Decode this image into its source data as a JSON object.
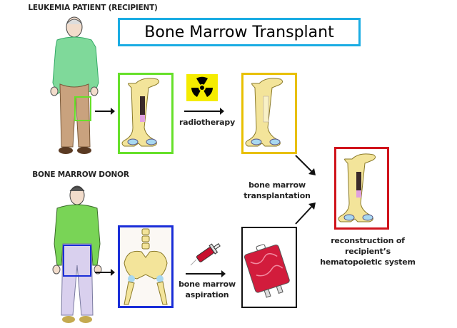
{
  "title": "Bone Marrow Transplant",
  "colors": {
    "title_border": "#1aace3",
    "recipient_frame": "#66e02a",
    "irradiated_frame": "#e8c000",
    "reconstructed_frame": "#d0141c",
    "donor_frame": "#1a2ed8",
    "bag_frame": "#111111",
    "radiation_sign_bg": "#f5ec00",
    "shirt_green": "#7fd99a",
    "donor_shirt_green": "#79d456",
    "recipient_pants": "#c9a27e",
    "donor_pants": "#d9d0ee",
    "bone_yellow": "#f3e49a",
    "cartilage_blue": "#a8d8f0",
    "blood_red": "#d21c3c"
  },
  "labels": {
    "recipient": "LEUKEMIA PATIENT (RECIPIENT)",
    "donor": "BONE MARROW DONOR",
    "radiotherapy": "radiotherapy",
    "transplantation_line1": "bone marrow",
    "transplantation_line2": "transplantation",
    "aspiration_line1": "bone marrow",
    "aspiration_line2": "aspiration",
    "reconstruction_line1": "reconstruction of recipient’s",
    "reconstruction_line2": "hematopoietic system"
  },
  "icons": {
    "radiation": "radiation-hazard-icon",
    "syringe": "syringe-icon",
    "blood_bag": "blood-bag-icon"
  }
}
